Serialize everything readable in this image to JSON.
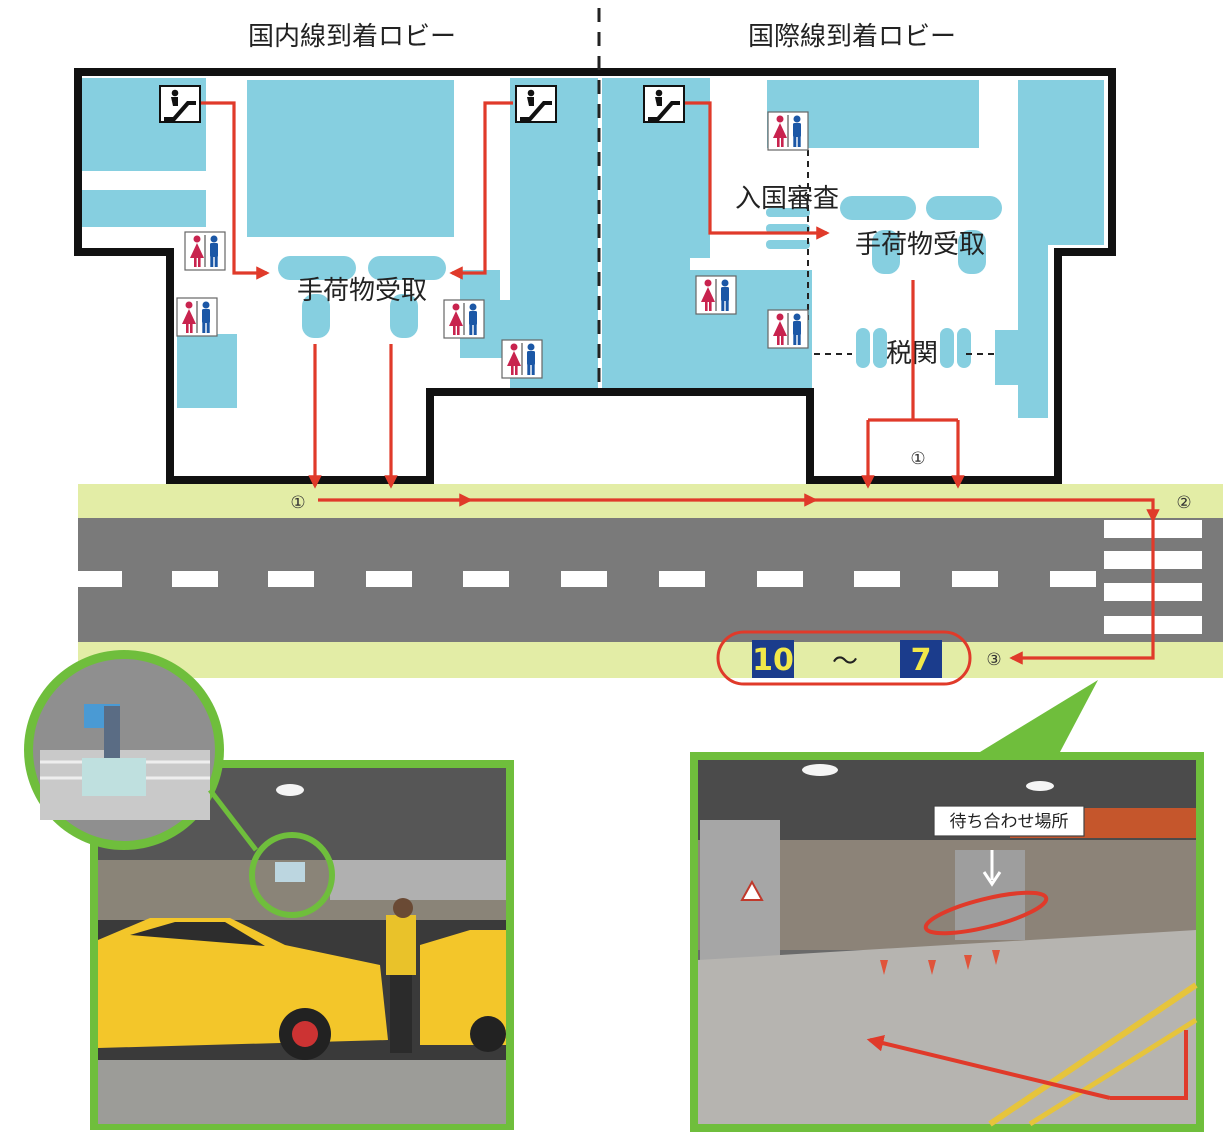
{
  "lobbies": {
    "domestic": "国内線到着ロビー",
    "international": "国際線到着ロビー"
  },
  "areas": {
    "baggage_domestic": "手荷物受取",
    "baggage_international": "手荷物受取",
    "immigration": "入国審査",
    "customs": "税関"
  },
  "markers": {
    "m1_domestic": "①",
    "m1_international": "①",
    "m2": "②",
    "m3": "③"
  },
  "gates": {
    "from": "10",
    "tilde": "〜",
    "to": "7"
  },
  "photo_callout": "待ち合わせ場所",
  "colors": {
    "room": "#86cfe0",
    "route": "#e03a2a",
    "walkway": "#e3eda6",
    "road": "#7a7a7a",
    "photo_frame": "#6fbe3c",
    "gate_box": "#1b3c8c",
    "gate_text": "#f2e84a"
  },
  "icons": [
    "escalator-icon",
    "restroom-icon",
    "route-arrow"
  ]
}
